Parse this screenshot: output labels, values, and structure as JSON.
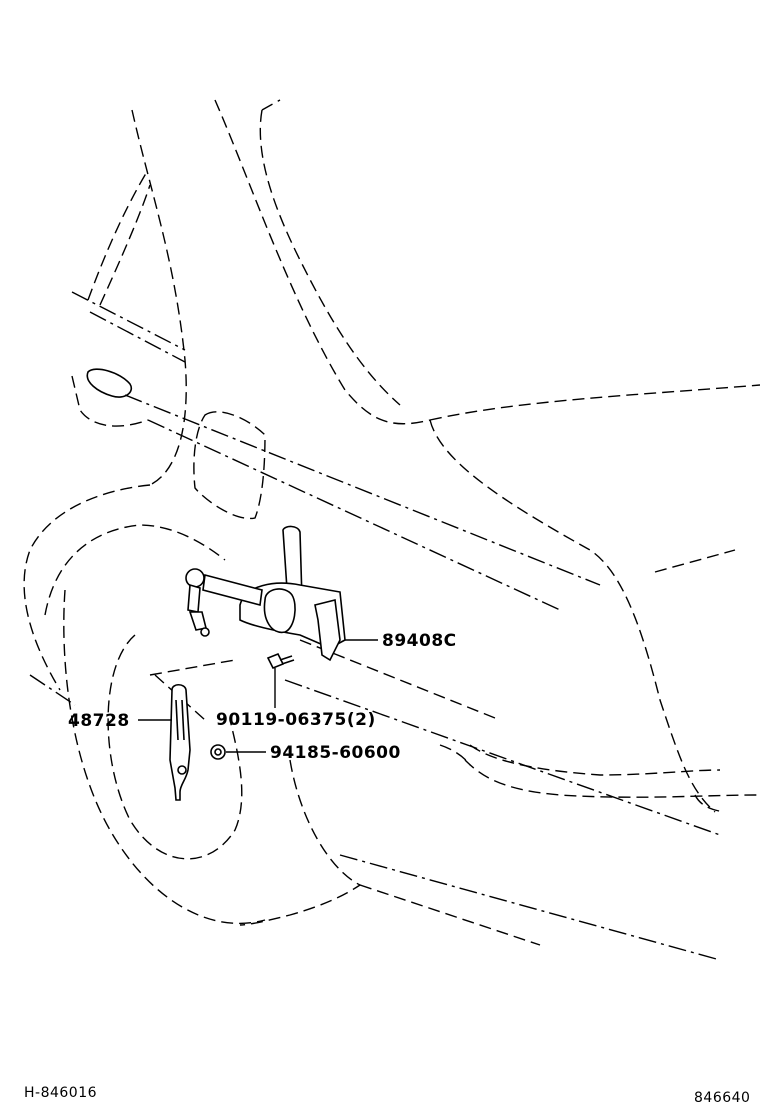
{
  "parts": [
    {
      "id": "p89408c",
      "number": "89408C"
    },
    {
      "id": "p90119",
      "number": "90119-06375(2)"
    },
    {
      "id": "p48728",
      "number": "48728"
    },
    {
      "id": "p94185",
      "number": "94185-60600"
    }
  ],
  "footer": {
    "figure_code": "H-846016",
    "image_code": "846640"
  }
}
